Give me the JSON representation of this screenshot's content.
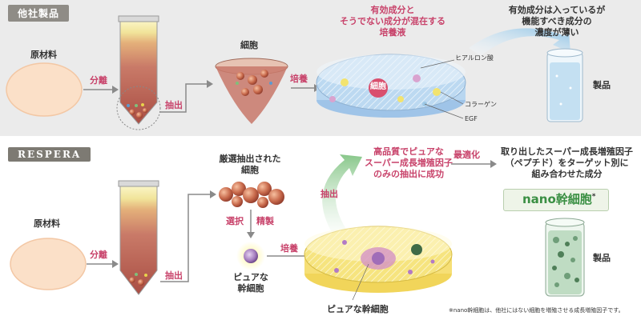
{
  "top": {
    "tab": "他社製品",
    "raw_material": "原材料",
    "separation": "分離",
    "extraction": "抽出",
    "cells": "細胞",
    "culture": "培養",
    "mixed_medium": [
      "有効成分と",
      "そうでない成分が混在する",
      "培養液"
    ],
    "cell_badge": "細胞",
    "hyaluronic": "ヒアルロン酸",
    "collagen": "コラーゲン",
    "egf": "EGF",
    "weak_concentration": [
      "有効成分は入っているが",
      "機能すべき成分の",
      "濃度が薄い"
    ],
    "product": "製品"
  },
  "bottom": {
    "tab": "RESPERA",
    "raw_material": "原材料",
    "separation": "分離",
    "extraction": "抽出",
    "selected_cells": [
      "厳選抽出された",
      "細胞"
    ],
    "selection": "選択",
    "refining": "精製",
    "pure_stem": [
      "ピュアな",
      "幹細胞"
    ],
    "culture": "培養",
    "extract_arrow": "抽出",
    "high_quality": [
      "高品質でピュアな",
      "スーパー成長増殖因子",
      "のみの抽出に成功"
    ],
    "optimization": "最適化",
    "combined": [
      "取り出したスーパー成長増殖因子",
      "（ペプチド）をターゲット別に",
      "組み合わせた成分"
    ],
    "nano_label": "nano幹細胞",
    "nano_mark": "*",
    "product": "製品",
    "pure_stem_cells": "ピュアな幹細胞",
    "footnote": "※nano幹細胞は、他社にはない細胞を増殖させる成長増殖因子です。"
  },
  "colors": {
    "accent_pink": "#c8426a",
    "dish_blue": "#9fc4e8",
    "dish_yellow": "#f3dc6a",
    "green_arrow": "#9ccf9a",
    "blue_arrow": "#a6cdea"
  }
}
